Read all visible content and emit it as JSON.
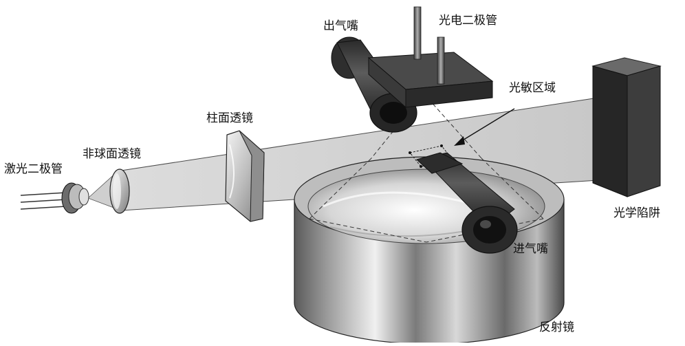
{
  "labels": {
    "outlet_nozzle": "出气嘴",
    "photodiode": "光电二极管",
    "photosensitive_area": "光敏区域",
    "cylindrical_lens": "柱面透镜",
    "aspheric_lens": "非球面透镜",
    "laser_diode": "激光二极管",
    "light_trap": "光学陷阱",
    "inlet_nozzle": "进气嘴",
    "reflector": "反射镜"
  },
  "colors": {
    "background": "#ffffff",
    "beam": "#d0d0d0",
    "dark_metal": "#3a3a3a",
    "mid_metal": "#8a8a8a",
    "light_metal": "#e8e8e8",
    "label_text": "#111111"
  }
}
